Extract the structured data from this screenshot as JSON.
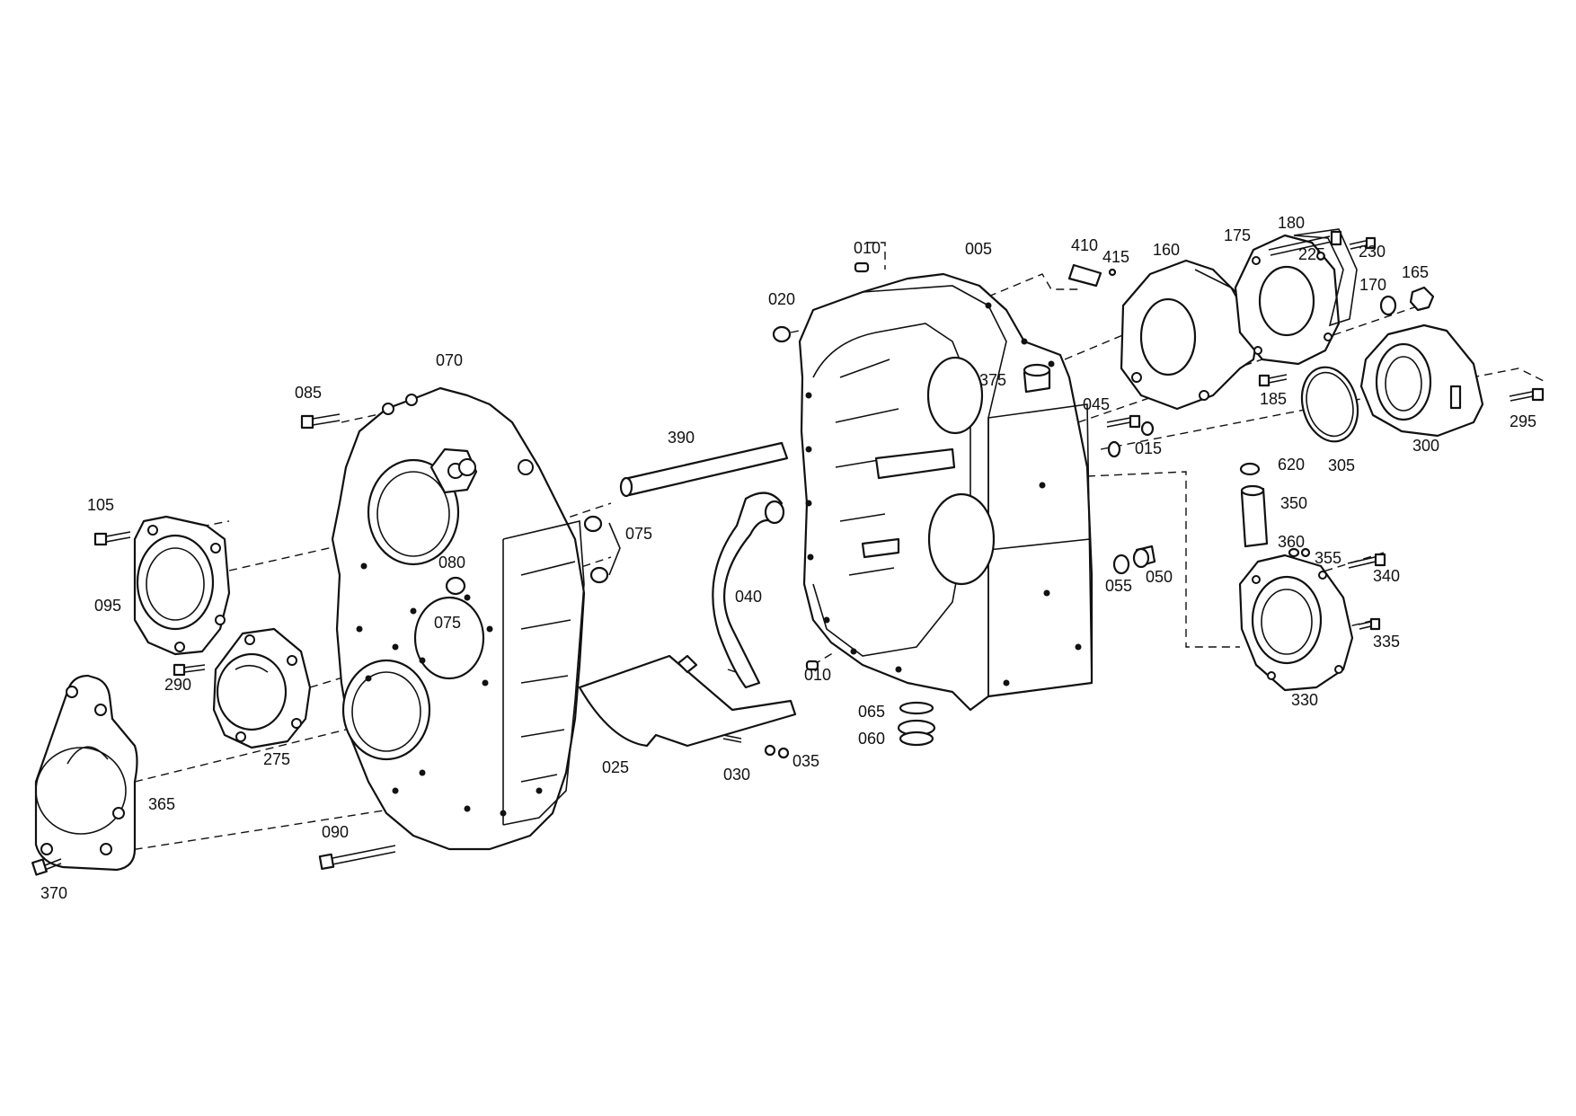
{
  "labels": {
    "l005": "005",
    "l010a": "010",
    "l010b": "010",
    "l015": "015",
    "l020": "020",
    "l025": "025",
    "l030": "030",
    "l035": "035",
    "l040": "040",
    "l045": "045",
    "l050": "050",
    "l055": "055",
    "l060": "060",
    "l065": "065",
    "l070": "070",
    "l075a": "075",
    "l075b": "075",
    "l080": "080",
    "l085": "085",
    "l090": "090",
    "l095": "095",
    "l105": "105",
    "l160": "160",
    "l165": "165",
    "l170": "170",
    "l175": "175",
    "l180": "180",
    "l185": "185",
    "l225": "225",
    "l230": "230",
    "l275": "275",
    "l290": "290",
    "l295": "295",
    "l300": "300",
    "l305": "305",
    "l330": "330",
    "l335": "335",
    "l340": "340",
    "l350": "350",
    "l355": "355",
    "l360": "360",
    "l365": "365",
    "l370": "370",
    "l375": "375",
    "l390": "390",
    "l410": "410",
    "l415": "415",
    "l620": "620"
  }
}
